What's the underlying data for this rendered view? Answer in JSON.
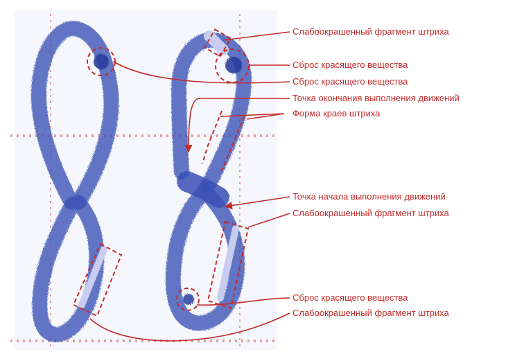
{
  "accent_color": "#c42a2a",
  "ink_color": "#3a4fb4",
  "labels": {
    "weak_fragment_top": "Слабоокрашенный фрагмент штриха",
    "dye_release_1": "Сброс красящего вещества",
    "dye_release_2": "Сброс красящего вещества",
    "movement_end_point": "Точка окончания выполнения движений",
    "stroke_edge_shape": "Форма краев штриха",
    "movement_start_point": "Точка начала выполнения движений",
    "weak_fragment_mid": "Слабоокрашенный фрагмент штриха",
    "dye_release_3": "Сброс красящего вещества",
    "weak_fragment_bottom": "Слабоокрашенный фрагмент штриха"
  }
}
